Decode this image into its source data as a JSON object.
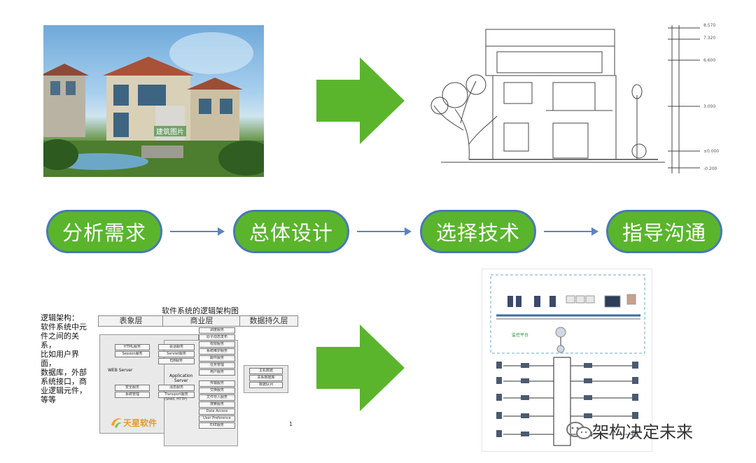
{
  "steps": [
    "分析需求",
    "总体设计",
    "选择技术",
    "指导沟通"
  ],
  "photo": {
    "watermark": "建筑图片"
  },
  "elevation": {
    "levels": [
      "8.570",
      "7.320",
      "6.600",
      "3.000",
      "±0.000",
      "-0.200"
    ]
  },
  "software_diagram": {
    "title": "软件系统的逻辑架构图",
    "side_note_lines": [
      "逻辑架构：",
      "软件系统中元",
      "件之间的关系，",
      "比如用户界面，",
      "数据库，外部",
      "系统接口，商",
      "业逻辑元件，",
      "等等"
    ],
    "layers": [
      "表象层",
      "商业层",
      "数据持久层"
    ],
    "web_server": "WEB Server",
    "app_server": [
      "Application",
      "Server"
    ],
    "left_modules": [
      "HTML服务",
      "Session服务",
      "安全服务",
      "系统管理"
    ],
    "mid_modules": [
      "会话服务",
      "Servlet服务",
      "EJB服务",
      "消息服务",
      "Transport服务",
      "(Shell, HTTP)"
    ],
    "service_stack": [
      "调度服务",
      "原子动态发布",
      "权限服务",
      "系统维护服务",
      "邮件服务",
      "任务管理",
      "用户服务"
    ],
    "lower_stack": [
      "传输服务",
      "交换服务",
      "文件导入服务",
      "搜索服务",
      "Data Access",
      "User Preference",
      "EXE服务"
    ],
    "db_modules": [
      "主机数据",
      "关系数据库",
      "数据队列"
    ],
    "logo": "天星软件",
    "page_number": "1"
  },
  "network": {
    "platform": "监控平台"
  },
  "watermark": {
    "text": "架构决定未来"
  },
  "colors": {
    "pill_fill": "#5ab52c",
    "pill_border": "#4a78b8",
    "arrow_green": "#5ab52c",
    "connector": "#5b83c4"
  }
}
